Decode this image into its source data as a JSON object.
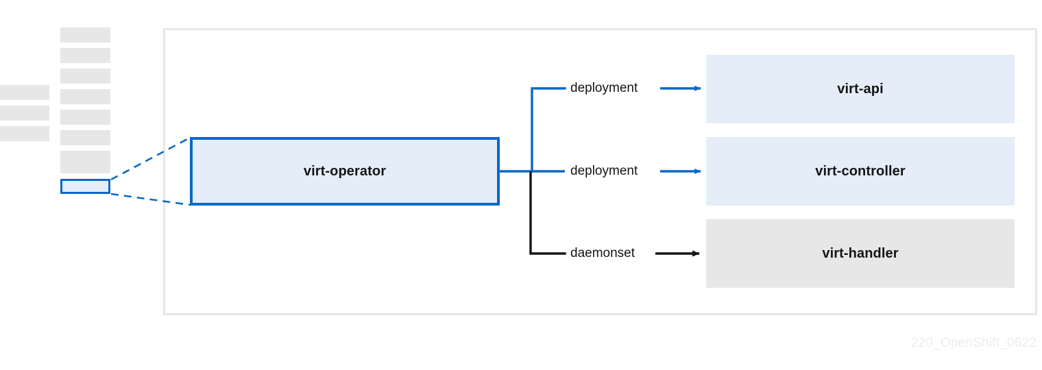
{
  "diagram": {
    "title_watermark": "220_OpenShift_0622",
    "context_thumbnail": {
      "outer_column_bar_count": 3,
      "inner_column_bar_count": 8,
      "highlighted_item_name": "virt-operator-row"
    },
    "operator": {
      "label": "virt-operator",
      "fill": "#e4edf8",
      "border": "#0a68c8"
    },
    "edges": [
      {
        "label": "deployment",
        "color": "#0a68c8",
        "target": "virt-api"
      },
      {
        "label": "deployment",
        "color": "#0a68c8",
        "target": "virt-controller"
      },
      {
        "label": "daemonset",
        "color": "#151515",
        "target": "virt-handler"
      }
    ],
    "components": [
      {
        "label": "virt-api",
        "fill": "#e4edf8",
        "kind": "blue"
      },
      {
        "label": "virt-controller",
        "fill": "#e4edf8",
        "kind": "blue"
      },
      {
        "label": "virt-handler",
        "fill": "#e7e7e7",
        "kind": "gray"
      }
    ],
    "colors": {
      "accent_blue": "#0a68c8",
      "light_blue_fill": "#e4edf8",
      "gray_fill": "#e7e7e7",
      "frame_gray": "#e7e7e7",
      "text": "#151515",
      "watermark": "#ededed"
    }
  }
}
